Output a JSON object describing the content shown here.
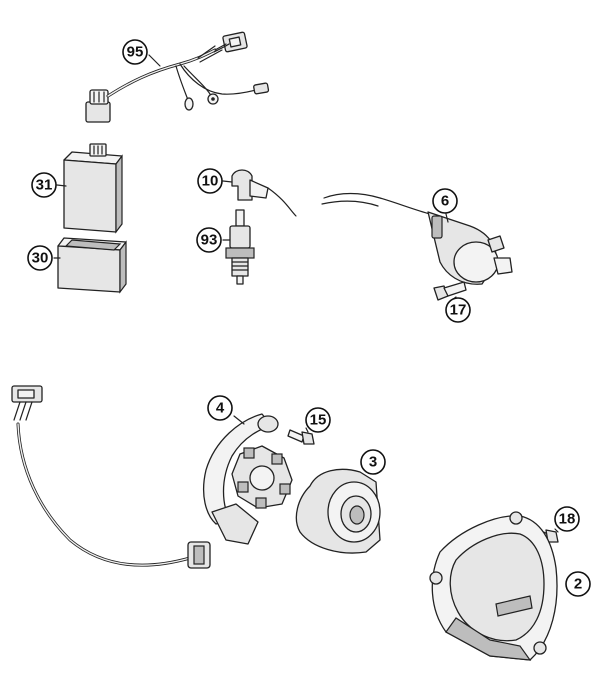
{
  "callouts": [
    {
      "id": "c95",
      "label": "95"
    },
    {
      "id": "c31",
      "label": "31"
    },
    {
      "id": "c30",
      "label": "30"
    },
    {
      "id": "c10",
      "label": "10"
    },
    {
      "id": "c93",
      "label": "93"
    },
    {
      "id": "c6",
      "label": "6"
    },
    {
      "id": "c17",
      "label": "17"
    },
    {
      "id": "c4",
      "label": "4"
    },
    {
      "id": "c15",
      "label": "15"
    },
    {
      "id": "c3",
      "label": "3"
    },
    {
      "id": "c18",
      "label": "18"
    },
    {
      "id": "c2",
      "label": "2"
    }
  ]
}
